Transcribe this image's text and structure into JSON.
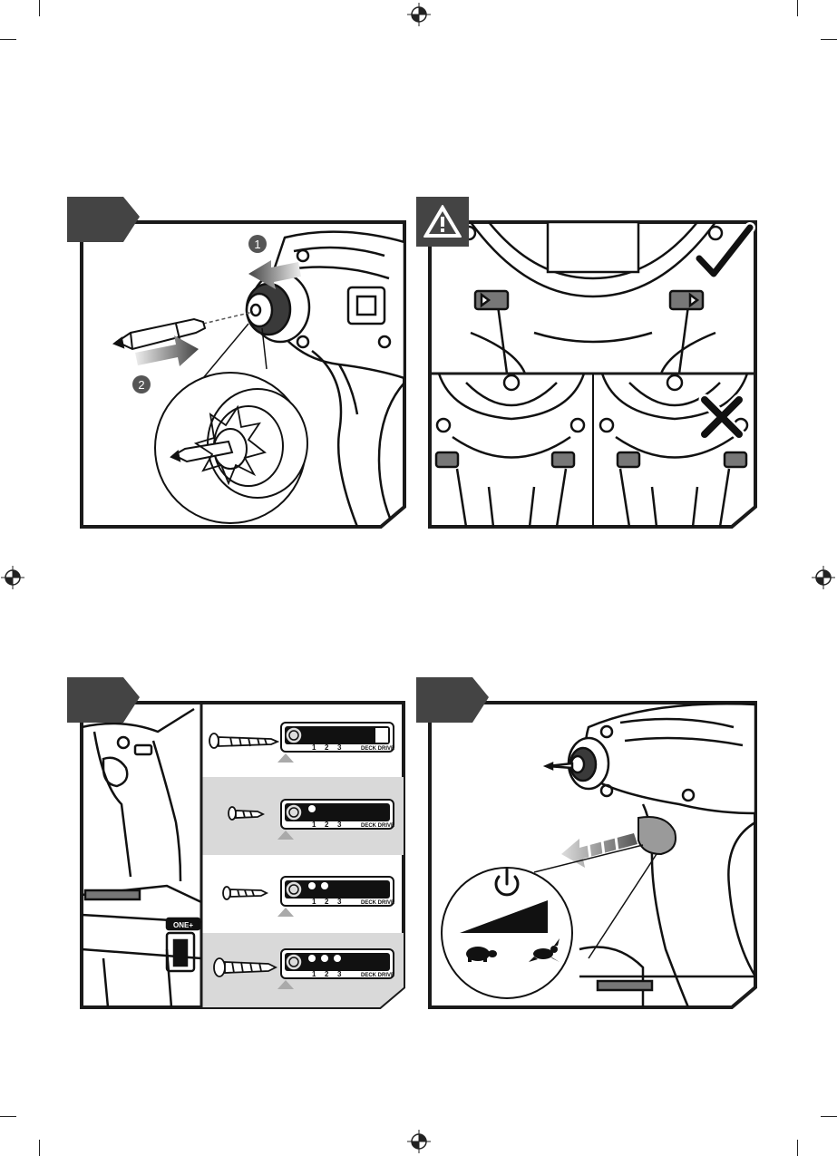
{
  "page": {
    "registration_mark_icon": "crosshair-registration-icon",
    "crop_mark_color": "#222222"
  },
  "panels": {
    "install_bit": {
      "step_one_label": "1",
      "step_two_label": "2",
      "icons": [
        "impact-driver-icon",
        "bit-icon",
        "push-arrow-icon",
        "pull-arrow-icon",
        "magnifier-icon"
      ]
    },
    "warning": {
      "icons": [
        "warning-icon",
        "checkmark-icon",
        "cross-icon"
      ]
    },
    "modes": {
      "speed_numbers": [
        "1",
        "2",
        "3"
      ],
      "deck_drive_label": "DECK DRIVE",
      "brand_label": "ONE+",
      "icons": [
        "long-screw-icon",
        "small-screw-icon",
        "medium-screw-icon",
        "large-screw-icon",
        "mode-button-icon"
      ]
    },
    "trigger": {
      "icons": [
        "power-icon",
        "tortoise-icon",
        "hare-icon",
        "speed-ramp-icon",
        "trigger-arrow-icon"
      ]
    }
  },
  "colors": {
    "tab": "#444444",
    "border": "#1a1a1a",
    "gray_band": "#d9d9d9",
    "trigger_gray": "#9a9a9a"
  }
}
